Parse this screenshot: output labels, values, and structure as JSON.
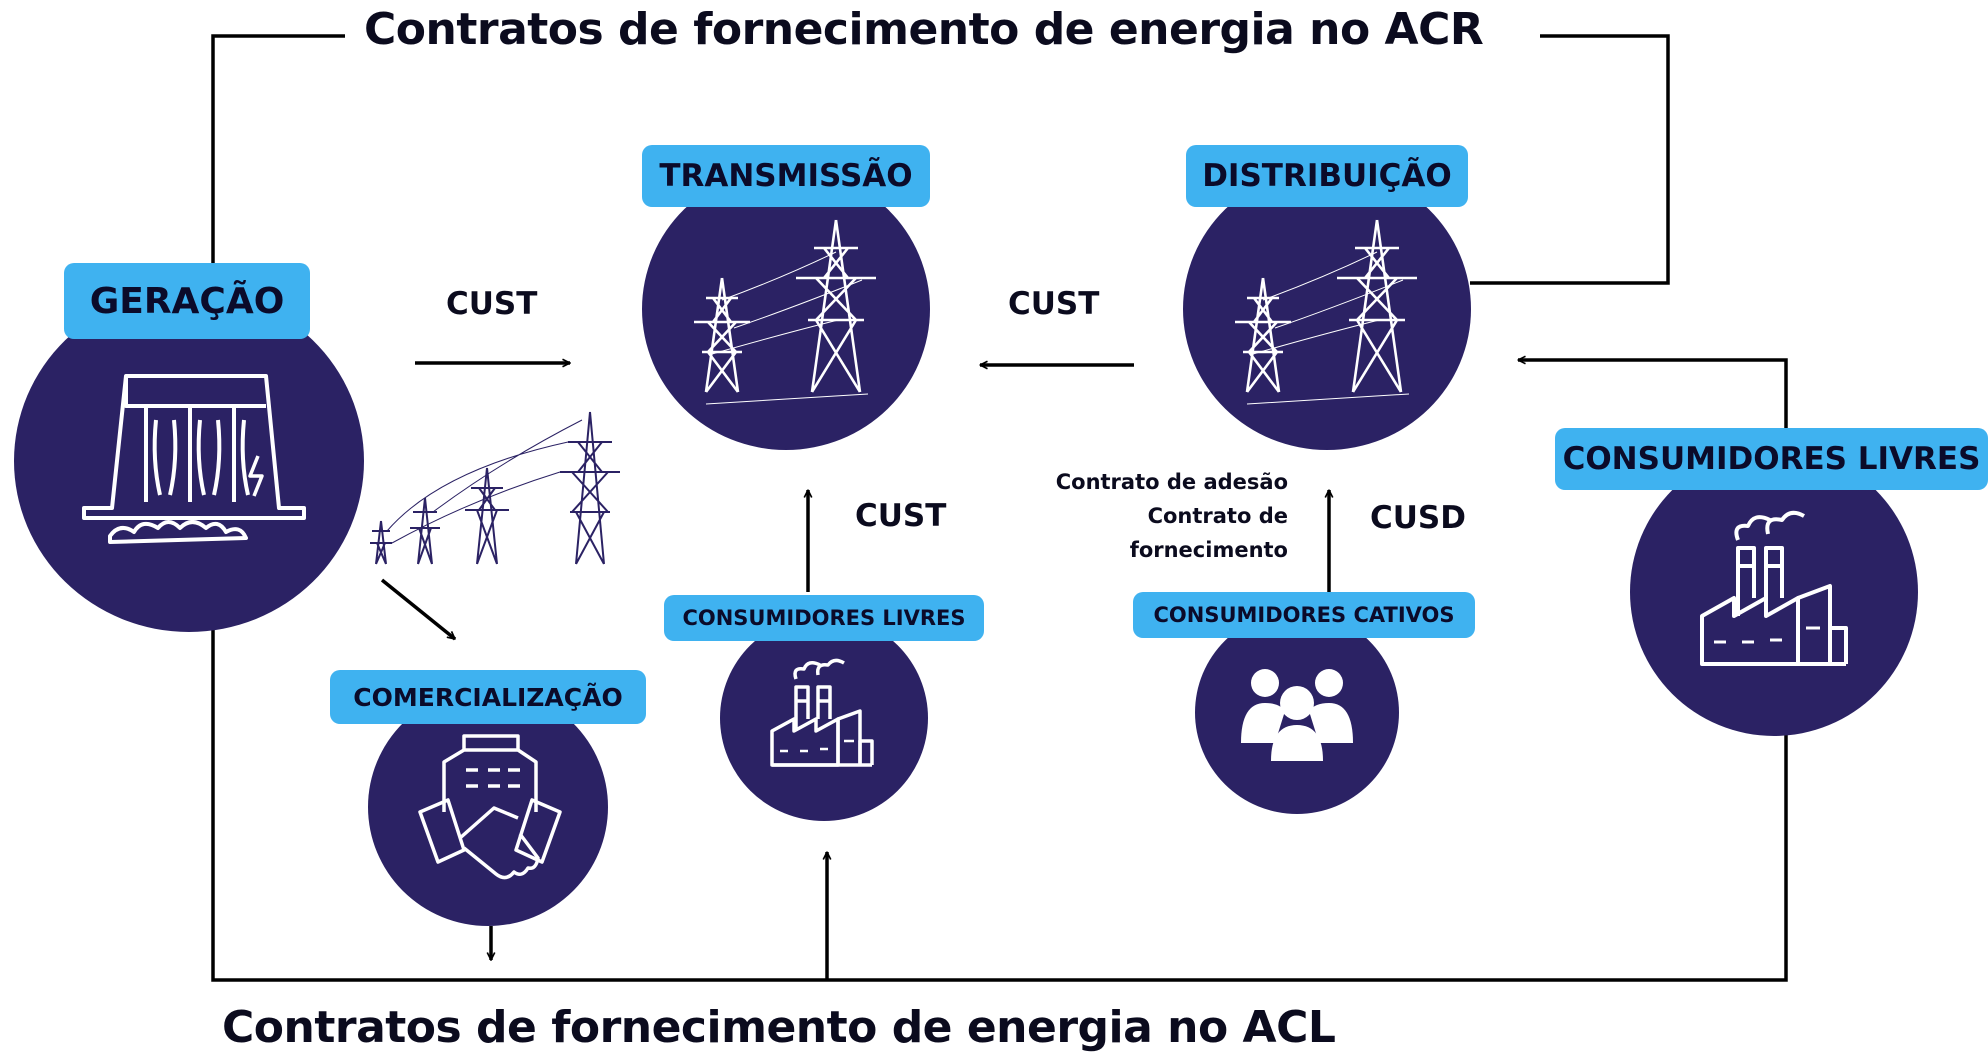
{
  "titles": {
    "acr": "Contratos de fornecimento de energia no ACR",
    "acl": "Contratos de fornecimento de energia no ACL"
  },
  "nodes": {
    "geracao": "GERAÇÃO",
    "transmissao": "TRANSMISSÃO",
    "distribuicao": "DISTRIBUIÇÃO",
    "consumidores_livres_right": "CONSUMIDORES LIVRES",
    "comercializacao": "COMERCIALIZAÇÃO",
    "consumidores_livres_mid": "CONSUMIDORES LIVRES",
    "consumidores_cativos": "CONSUMIDORES CATIVOS"
  },
  "edges": {
    "cust_geracao": "CUST",
    "cust_distribuicao": "CUST",
    "cust_livres": "CUST",
    "cusd": "CUSD"
  },
  "notes": {
    "line1": "Contrato de adesão",
    "line2": "Contrato de",
    "line3": "fornecimento"
  },
  "icons": {
    "geracao": "hydro-dam-icon",
    "transmissao": "transmission-tower-icon",
    "distribuicao": "transmission-tower-icon",
    "consumidores_livres": "factory-icon",
    "comercializacao": "building-handshake-icon",
    "consumidores_cativos": "people-group-icon"
  },
  "colors": {
    "circle": "#2b2264",
    "pill": "#3fb2f0",
    "text": "#0b0b1e"
  }
}
